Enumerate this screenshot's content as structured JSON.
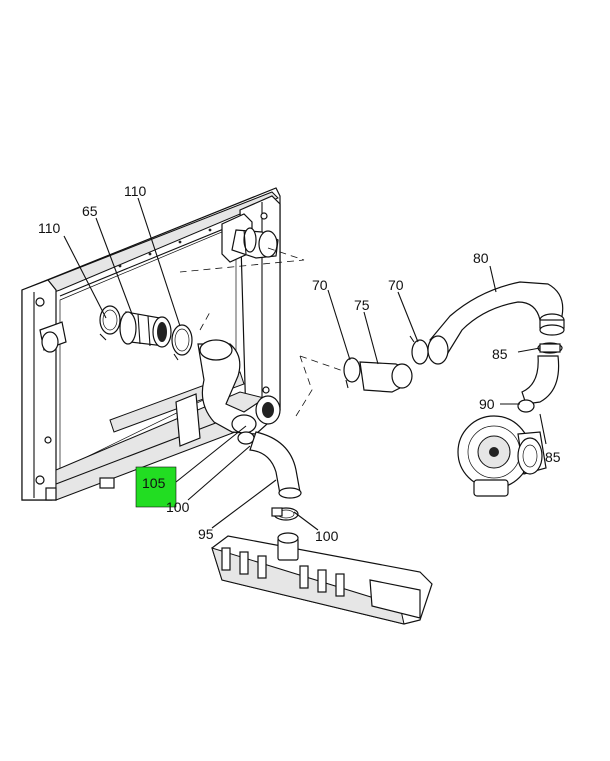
{
  "colors": {
    "highlight": "#22dd22",
    "line": "#111111",
    "background": "#ffffff"
  },
  "callouts": [
    {
      "id": "c110a",
      "label": "110"
    },
    {
      "id": "c65",
      "label": "65"
    },
    {
      "id": "c110b",
      "label": "110"
    },
    {
      "id": "c70a",
      "label": "70"
    },
    {
      "id": "c75",
      "label": "75"
    },
    {
      "id": "c70b",
      "label": "70"
    },
    {
      "id": "c80",
      "label": "80"
    },
    {
      "id": "c85a",
      "label": "85"
    },
    {
      "id": "c90",
      "label": "90"
    },
    {
      "id": "c85b",
      "label": "85"
    },
    {
      "id": "c105",
      "label": "105",
      "highlighted": true
    },
    {
      "id": "c100a",
      "label": "100"
    },
    {
      "id": "c95",
      "label": "95"
    },
    {
      "id": "c100b",
      "label": "100"
    }
  ]
}
